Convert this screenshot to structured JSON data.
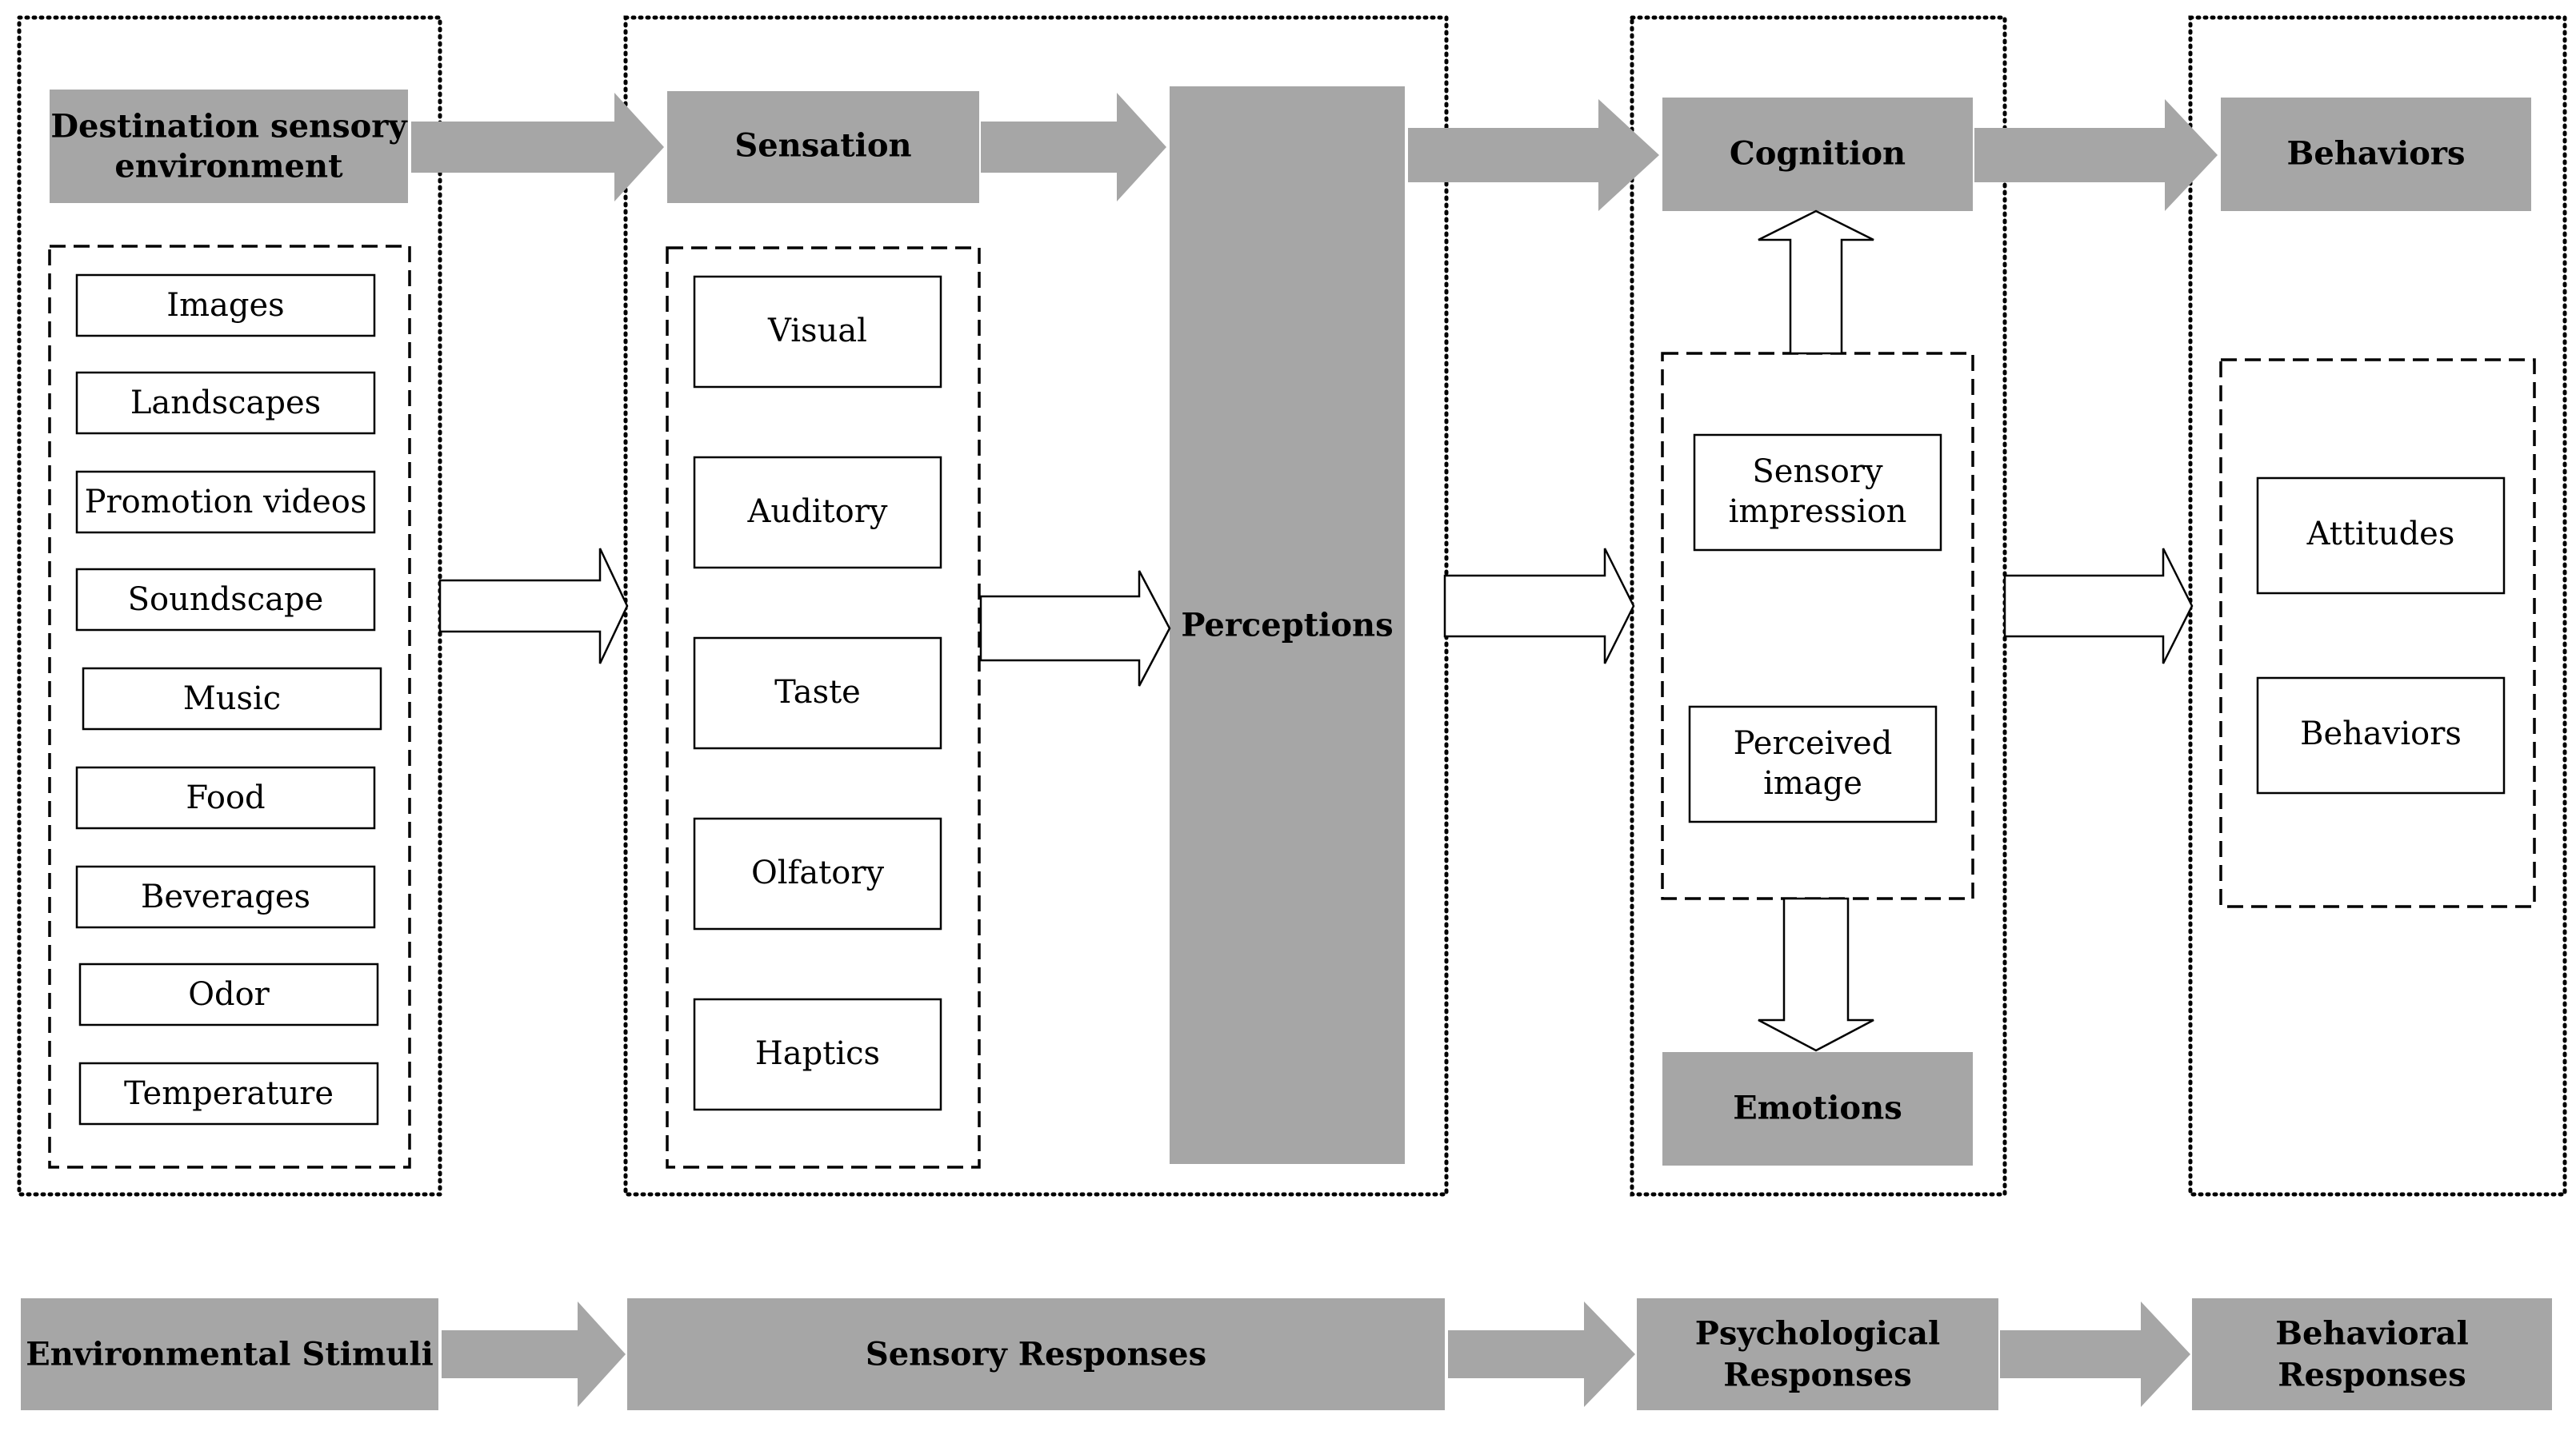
{
  "stages": {
    "stimuli": {
      "header": [
        "Destination sensory",
        "environment"
      ],
      "items": [
        "Images",
        "Landscapes",
        "Promotion videos",
        "Soundscape",
        "Music",
        "Food",
        "Beverages",
        "Odor",
        "Temperature"
      ]
    },
    "sensory": {
      "header": "Sensation",
      "senses": [
        "Visual",
        "Auditory",
        "Taste",
        "Olfatory",
        "Haptics"
      ],
      "perceptions": "Perceptions"
    },
    "psychological": {
      "cognition": "Cognition",
      "items": [
        [
          "Sensory",
          "impression"
        ],
        [
          "Perceived",
          "image"
        ]
      ],
      "emotions": "Emotions"
    },
    "behavioral": {
      "header": "Behaviors",
      "items": [
        "Attitudes",
        "Behaviors"
      ]
    }
  },
  "bottom_bar": {
    "environmental": "Environmental Stimuli",
    "sensory": "Sensory Responses",
    "psychological": [
      "Psychological",
      "Responses"
    ],
    "behavioral": [
      "Behavioral",
      "Responses"
    ]
  },
  "colors": {
    "gray_fill": "#a6a6a6",
    "line": "#000000",
    "background": "#ffffff"
  }
}
